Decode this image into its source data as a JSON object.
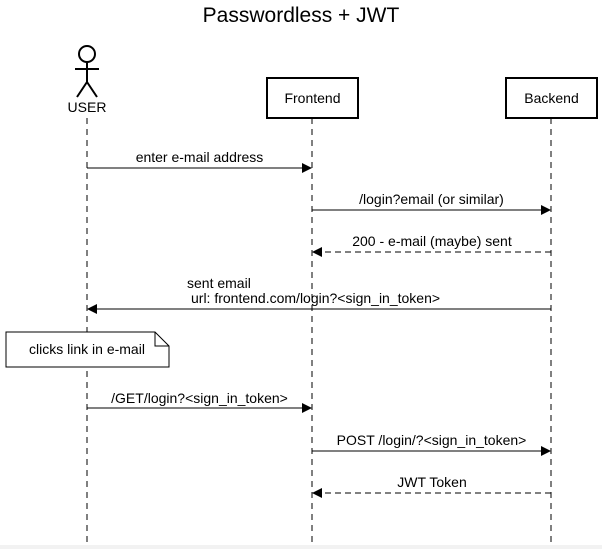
{
  "diagram": {
    "title": "Passwordless + JWT",
    "participants": {
      "user": "USER",
      "frontend": "Frontend",
      "backend": "Backend"
    },
    "messages": [
      {
        "from": "user",
        "to": "frontend",
        "style": "solid",
        "lines": [
          "enter e-mail address"
        ]
      },
      {
        "from": "frontend",
        "to": "backend",
        "style": "solid",
        "lines": [
          "/login?email (or similar)"
        ]
      },
      {
        "from": "backend",
        "to": "frontend",
        "style": "dashed",
        "lines": [
          "200 - e-mail (maybe) sent"
        ]
      },
      {
        "from": "backend",
        "to": "user",
        "style": "solid",
        "lines": [
          "sent email",
          "url: frontend.com/login?<sign_in_token>"
        ]
      },
      {
        "from": "user",
        "to": "frontend",
        "style": "solid",
        "lines": [
          "/GET/login?<sign_in_token>"
        ]
      },
      {
        "from": "frontend",
        "to": "backend",
        "style": "solid",
        "lines": [
          "POST /login/?<sign_in_token>"
        ]
      },
      {
        "from": "backend",
        "to": "frontend",
        "style": "dashed",
        "lines": [
          "JWT Token"
        ]
      }
    ],
    "note": "clicks link in e-mail"
  }
}
